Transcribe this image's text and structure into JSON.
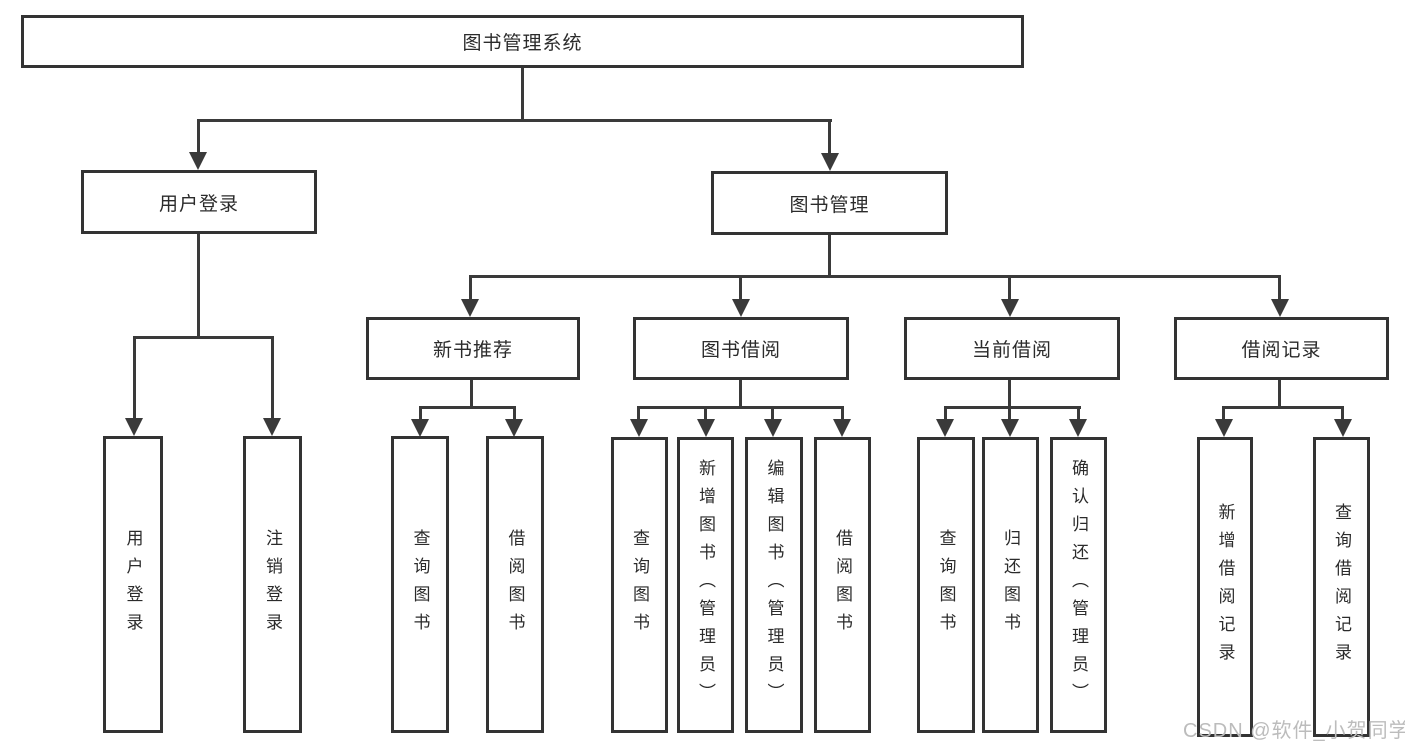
{
  "tree": {
    "label": "图书管理系统",
    "children": [
      {
        "label": "用户登录",
        "children": [
          {
            "label": "用户登录"
          },
          {
            "label": "注销登录"
          }
        ]
      },
      {
        "label": "图书管理",
        "children": [
          {
            "label": "新书推荐",
            "children": [
              {
                "label": "查询图书"
              },
              {
                "label": "借阅图书"
              }
            ]
          },
          {
            "label": "图书借阅",
            "children": [
              {
                "label": "查询图书"
              },
              {
                "label": "新增图书（管理员）"
              },
              {
                "label": "编辑图书（管理员）"
              },
              {
                "label": "借阅图书"
              }
            ]
          },
          {
            "label": "当前借阅",
            "children": [
              {
                "label": "查询图书"
              },
              {
                "label": "归还图书"
              },
              {
                "label": "确认归还（管理员）"
              }
            ]
          },
          {
            "label": "借阅记录",
            "children": [
              {
                "label": "新增借阅记录"
              },
              {
                "label": "查询借阅记录"
              }
            ]
          }
        ]
      }
    ]
  },
  "watermark": {
    "text": "CSDN @软件_小贺同学",
    "color": "#bcbcbc"
  },
  "style_colors": {
    "line": "#3a3a3a",
    "text": "#2b2b2b",
    "background": "#ffffff"
  }
}
